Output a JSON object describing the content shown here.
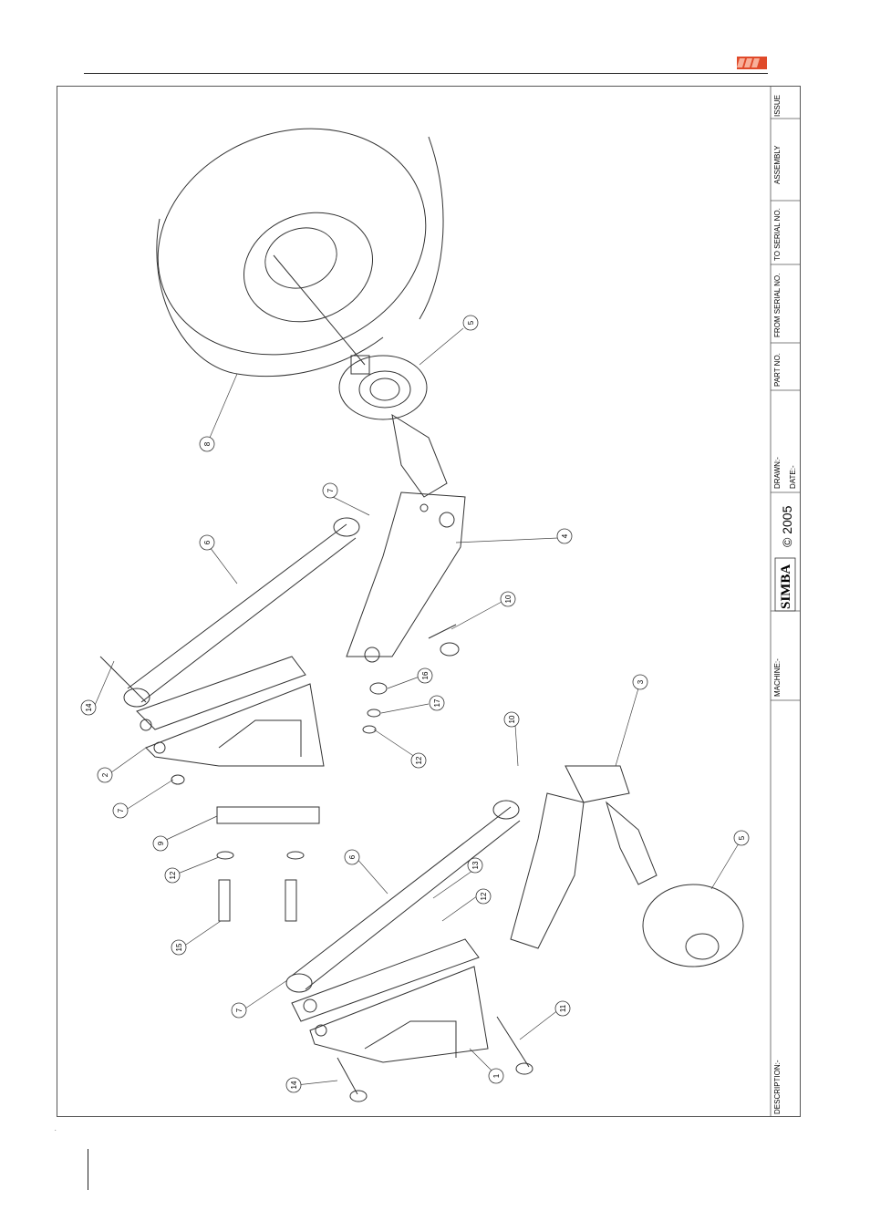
{
  "header": {
    "brand": "SIMBA"
  },
  "title_block": {
    "issue": "ISSUE",
    "assembly": "ASSEMBLY",
    "to_serial": "TO SERIAL NO.",
    "from_serial": "FROM SERIAL NO.",
    "part_no": "PART NO.",
    "drawn": "DRAWN:-",
    "date": "DATE:-",
    "copyright": "© 2005",
    "brand": "SIMBA",
    "machine": "MACHINE:-",
    "description": "DESCRIPTION:-"
  },
  "callouts": [
    "5",
    "8",
    "7",
    "6",
    "4",
    "10",
    "14",
    "16",
    "17",
    "2",
    "12",
    "7",
    "9",
    "10",
    "3",
    "12",
    "6",
    "13",
    "12",
    "15",
    "5",
    "7",
    "11",
    "14",
    "1"
  ],
  "footer": {
    "mark": "."
  }
}
